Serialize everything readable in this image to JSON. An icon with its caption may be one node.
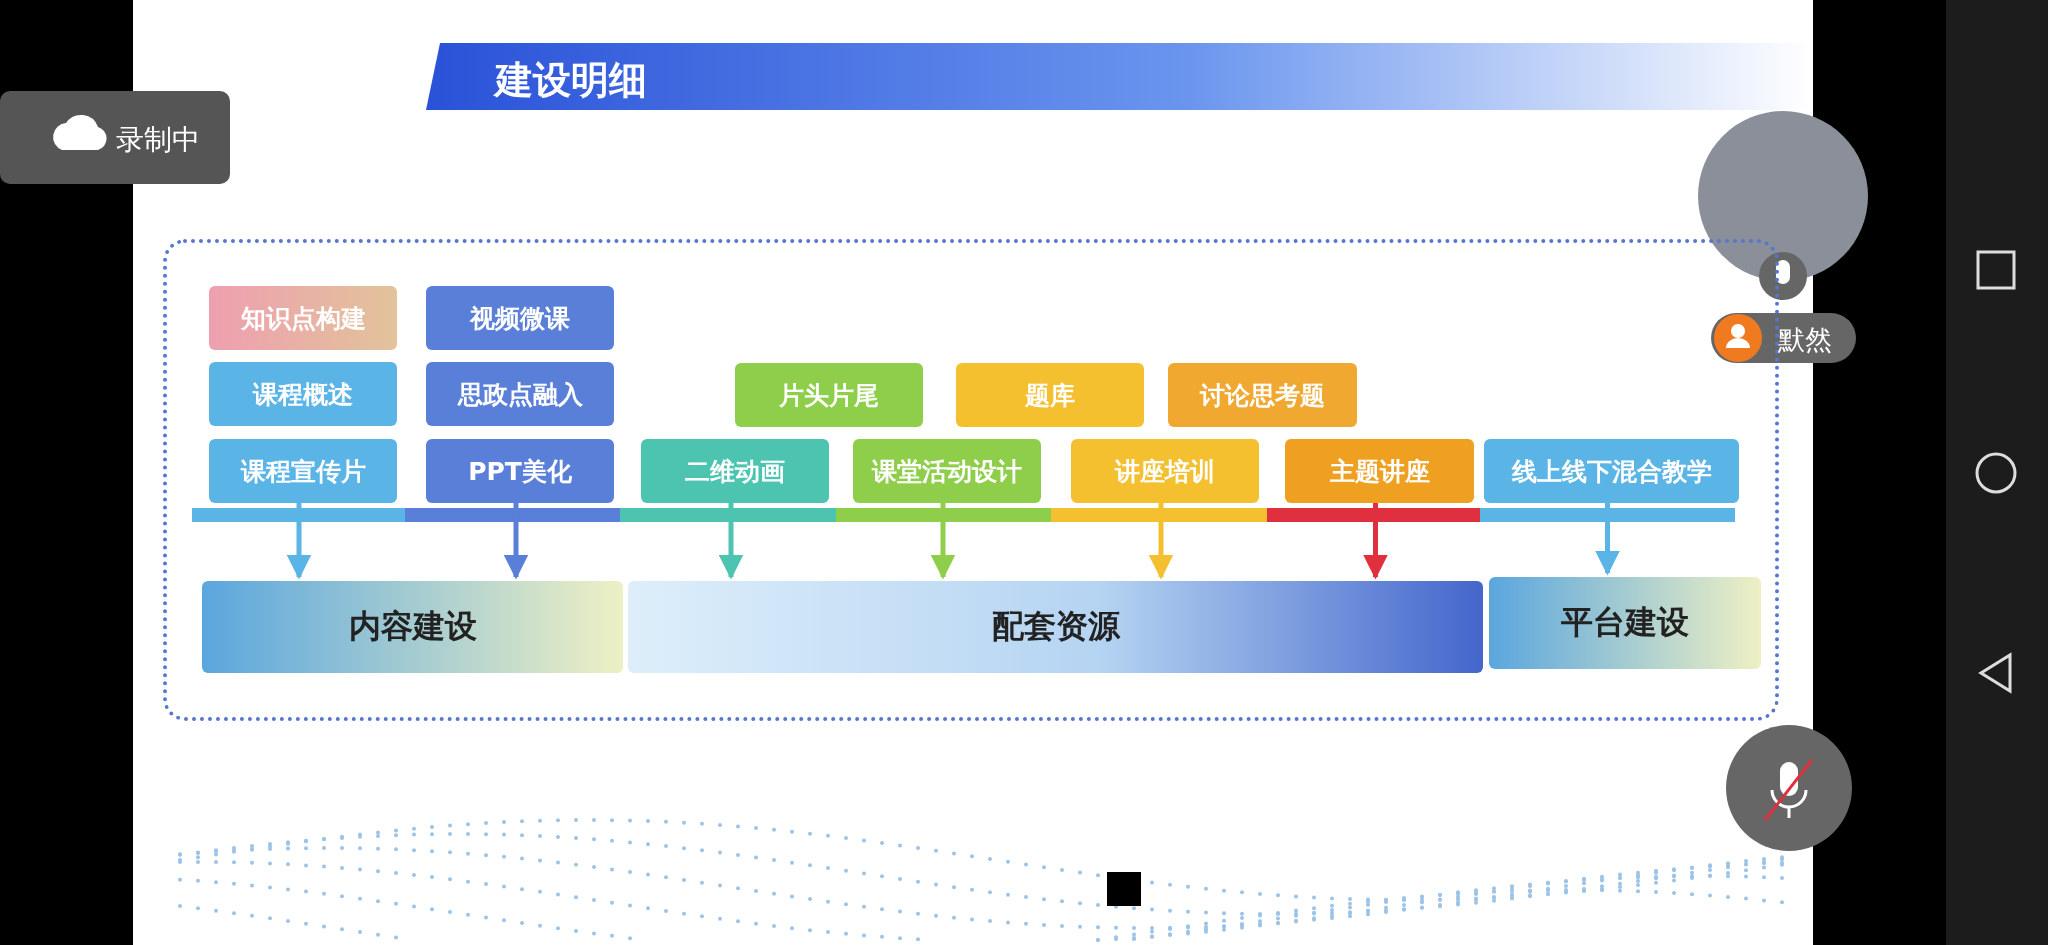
{
  "diagram": {
    "title": "建设明细",
    "nodes": [
      {
        "text": [],
        "shape": "box"
      },
      {
        "text": [
          "知识点构建"
        ],
        "in": 0
      },
      {
        "text": [
          "视频微课"
        ],
        "in": 0
      },
      {
        "text": [
          "课程概述"
        ],
        "in": 0
      },
      {
        "text": [
          "思政点融入"
        ],
        "in": 0
      },
      {
        "text": [
          "片头片尾"
        ],
        "in": 0
      },
      {
        "text": [
          "题库"
        ],
        "in": 0
      },
      {
        "text": [
          "讨论思考题"
        ],
        "in": 0
      },
      {
        "text": [
          "课程宣传片"
        ],
        "in": 0
      },
      {
        "text": [
          "PPT美化"
        ],
        "in": 0
      },
      {
        "text": [
          "二维动画"
        ],
        "in": 0
      },
      {
        "text": [
          "课堂活动设计"
        ],
        "in": 0
      },
      {
        "text": [
          "讲座培训"
        ],
        "in": 0
      },
      {
        "text": [
          "主题讲座"
        ],
        "in": 0
      },
      {
        "text": [
          "线上线下混合教学"
        ],
        "in": 0
      },
      {
        "text": [
          "内容建设"
        ],
        "in": 0
      },
      {
        "text": [
          "配套资源"
        ],
        "in": 0
      },
      {
        "text": [
          "平台建设"
        ],
        "in": 0
      }
    ],
    "edges": [
      {
        "from": 8,
        "to": 15,
        "arrow": "to",
        "color": "#5ab4e6"
      },
      {
        "from": 9,
        "to": 15,
        "arrow": "to",
        "color": "#5a7fd8"
      },
      {
        "from": 10,
        "to": 16,
        "arrow": "to",
        "color": "#4cc4b0"
      },
      {
        "from": 11,
        "to": 16,
        "arrow": "to",
        "color": "#8fce4a"
      },
      {
        "from": 12,
        "to": 16,
        "arrow": "to",
        "color": "#f5c030"
      },
      {
        "from": 13,
        "to": 16,
        "arrow": "to",
        "color": "#e03040"
      },
      {
        "from": 14,
        "to": 17,
        "arrow": "to",
        "color": "#5ab4e6"
      }
    ],
    "labels": [
      "录制中",
      "默然"
    ]
  }
}
